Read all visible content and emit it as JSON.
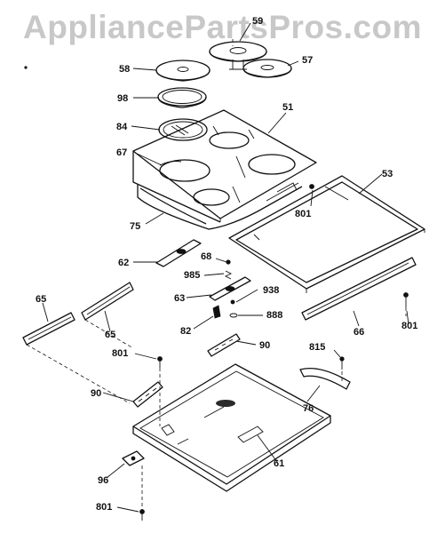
{
  "watermark": "AppliancePartsPros.com",
  "callouts": {
    "c58": "58",
    "c59": "59",
    "c57": "57",
    "c98": "98",
    "c84": "84",
    "c51": "51",
    "c67": "67",
    "c53": "53",
    "c801a": "801",
    "c75": "75",
    "c62": "62",
    "c68": "68",
    "c985": "985",
    "c63": "63",
    "c938": "938",
    "c888": "888",
    "c82": "82",
    "c65a": "65",
    "c65b": "65",
    "c66": "66",
    "c801b": "801",
    "c90a": "90",
    "c801c": "801",
    "c815": "815",
    "c76": "76",
    "c90b": "90",
    "c61": "61",
    "c96": "96",
    "c801d": "801"
  }
}
